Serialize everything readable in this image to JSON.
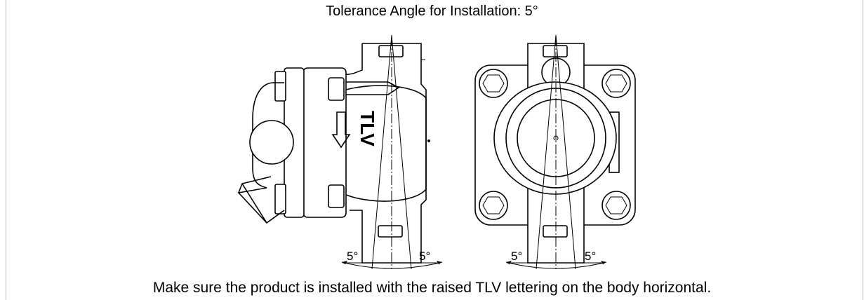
{
  "title": "Tolerance Angle for Installation: 5°",
  "caption": "Make sure the product is installed with the raised TLV lettering on the body horizontal.",
  "side_view": {
    "body_lettering": "TLV",
    "angle_left": "5°",
    "angle_right": "5°"
  },
  "front_view": {
    "angle_left": "5°",
    "angle_right": "5°"
  }
}
